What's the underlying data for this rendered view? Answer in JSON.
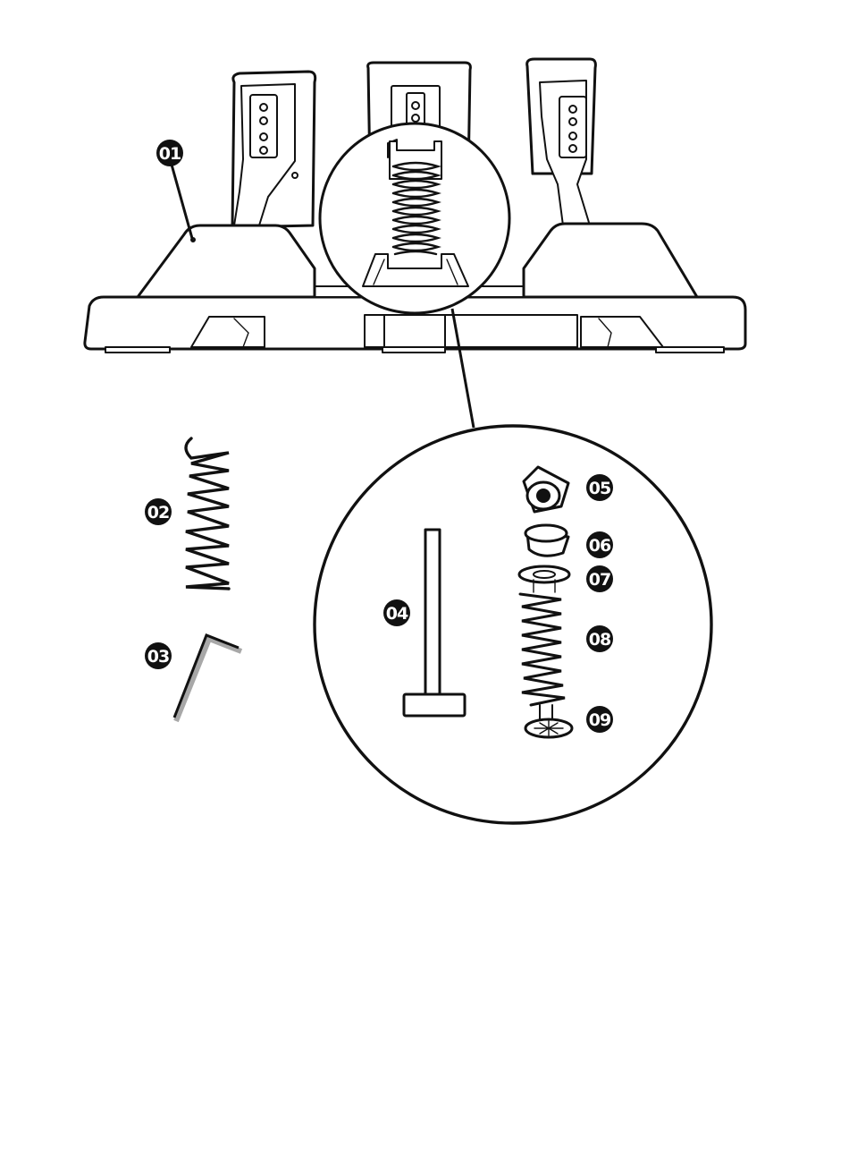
{
  "callouts": [
    {
      "id": "part-01",
      "label": "01"
    },
    {
      "id": "part-02",
      "label": "02"
    },
    {
      "id": "part-03",
      "label": "03"
    },
    {
      "id": "part-04",
      "label": "04"
    },
    {
      "id": "part-05",
      "label": "05"
    },
    {
      "id": "part-06",
      "label": "06"
    },
    {
      "id": "part-07",
      "label": "07"
    },
    {
      "id": "part-08",
      "label": "08"
    },
    {
      "id": "part-09",
      "label": "09"
    }
  ]
}
